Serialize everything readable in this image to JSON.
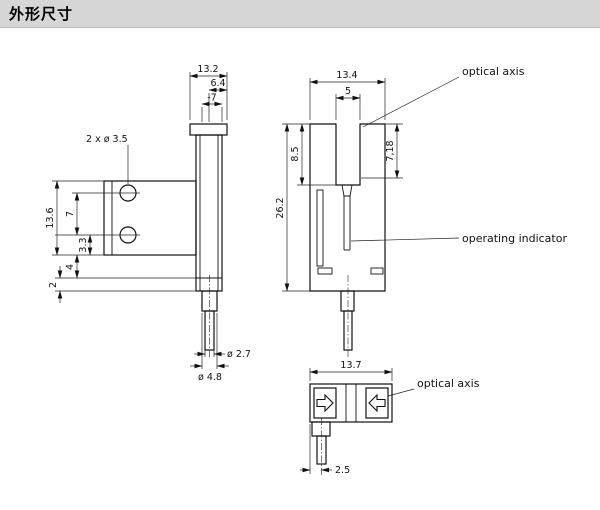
{
  "header": {
    "title": "外形尺寸"
  },
  "theme": {
    "header_bg": "#d6d6d6",
    "line_color": "#111111"
  },
  "side_view": {
    "dim_overall_width": "13.2",
    "dim_body_width": "6.4",
    "dim_offset": "-7",
    "holes_label": "2 x ø 3.5",
    "dim_bracket_height": "13.6",
    "dim_hole_spacing": "7",
    "dim_hole_edge": "3.3",
    "dim_step": "4",
    "dim_base": "2",
    "dim_cable_diameter": "ø 2.7",
    "dim_sleeve_diameter": "ø 4.8"
  },
  "front_view": {
    "dim_overall_width": "13.4",
    "dim_slot_width": "5",
    "dim_slot_depth_left": "8.5",
    "dim_slot_depth_right": "7,18",
    "dim_overall_height": "26.2",
    "optical_axis_label": "optical axis",
    "operating_indicator_label": "operating indicator"
  },
  "top_view": {
    "dim_overall_width": "13.7",
    "dim_cable_offset": "2.5",
    "optical_axis_label": "optical axis"
  }
}
